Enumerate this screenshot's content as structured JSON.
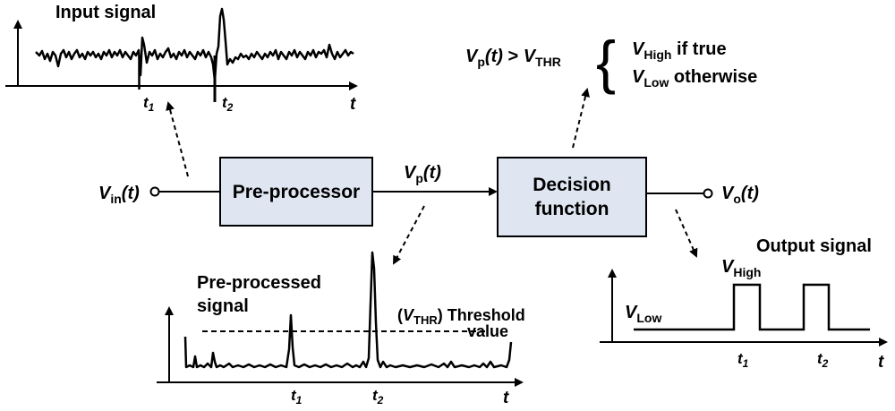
{
  "input_panel": {
    "title": "Input signal",
    "t1": "t",
    "t1_sub": "1",
    "t2": "t",
    "t2_sub": "2",
    "t_axis": "t"
  },
  "input_node": {
    "v": "V",
    "sub": "in",
    "arg": "(t)"
  },
  "preprocessor": {
    "label": "Pre-processor",
    "fill": "#dfe6f2"
  },
  "vp_label": {
    "v": "V",
    "sub": "p",
    "arg": "(t)"
  },
  "decision": {
    "line1": "Decision",
    "line2": "function",
    "fill": "#dfe6f2"
  },
  "output_node": {
    "v": "V",
    "sub": "o",
    "arg": "(t)"
  },
  "condition": {
    "lhs_v": "V",
    "lhs_sub": "p",
    "lhs_arg": "(t)",
    "op": " > ",
    "rhs_v": "V",
    "rhs_sub": "THR",
    "brace": "{",
    "case1_v": "V",
    "case1_sub": "High",
    "case1_text": " if true",
    "case2_v": "V",
    "case2_sub": "Low",
    "case2_text": " otherwise"
  },
  "preprocessed_panel": {
    "title_line1": "Pre-processed",
    "title_line2": "signal",
    "thr_open": "(",
    "thr_v": "V",
    "thr_sub": "THR",
    "thr_close": ") Threshold",
    "thr_line2": "value",
    "t1": "t",
    "t1_sub": "1",
    "t2": "t",
    "t2_sub": "2",
    "t_axis": "t"
  },
  "output_panel": {
    "title": "Output signal",
    "high_v": "V",
    "high_sub": "High",
    "low_v": "V",
    "low_sub": "Low",
    "t1": "t",
    "t1_sub": "1",
    "t2": "t",
    "t2_sub": "2",
    "t_axis": "t"
  }
}
